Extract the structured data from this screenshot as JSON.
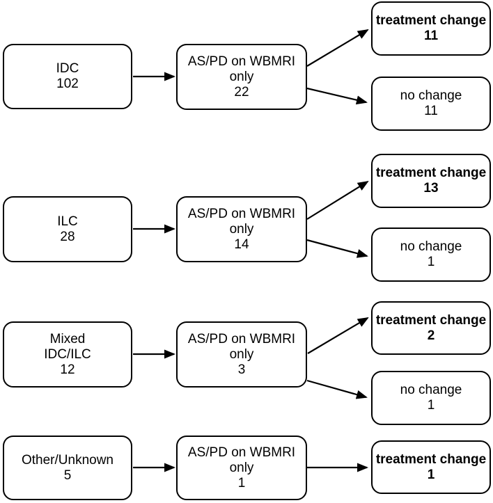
{
  "figure": {
    "type": "flow-diagram",
    "colors": {
      "ink": "#000000",
      "background": "#ffffff"
    },
    "rows": [
      {
        "source": {
          "lines": [
            "IDC",
            "102"
          ]
        },
        "filter": {
          "lines": [
            "AS/PD on WBMRI",
            "only",
            "22"
          ]
        },
        "outcomes": [
          {
            "lines": [
              "treatment change",
              "11"
            ],
            "emphasis": "bold"
          },
          {
            "lines": [
              "no change",
              "11"
            ],
            "emphasis": "normal"
          }
        ]
      },
      {
        "source": {
          "lines": [
            "ILC",
            "28"
          ]
        },
        "filter": {
          "lines": [
            "AS/PD on WBMRI",
            "only",
            "14"
          ]
        },
        "outcomes": [
          {
            "lines": [
              "treatment change",
              "13"
            ],
            "emphasis": "bold"
          },
          {
            "lines": [
              "no change",
              "1"
            ],
            "emphasis": "normal"
          }
        ]
      },
      {
        "source": {
          "lines": [
            "Mixed",
            "IDC/ILC",
            "12"
          ]
        },
        "filter": {
          "lines": [
            "AS/PD on WBMRI",
            "only",
            "3"
          ]
        },
        "outcomes": [
          {
            "lines": [
              "treatment change",
              "2"
            ],
            "emphasis": "bold"
          },
          {
            "lines": [
              "no change",
              "1"
            ],
            "emphasis": "normal"
          }
        ]
      },
      {
        "source": {
          "lines": [
            "Other/Unknown",
            "5"
          ]
        },
        "filter": {
          "lines": [
            "AS/PD on WBMRI",
            "only",
            "1"
          ]
        },
        "outcomes": [
          {
            "lines": [
              "treatment change",
              "1"
            ],
            "emphasis": "bold"
          }
        ]
      }
    ]
  }
}
